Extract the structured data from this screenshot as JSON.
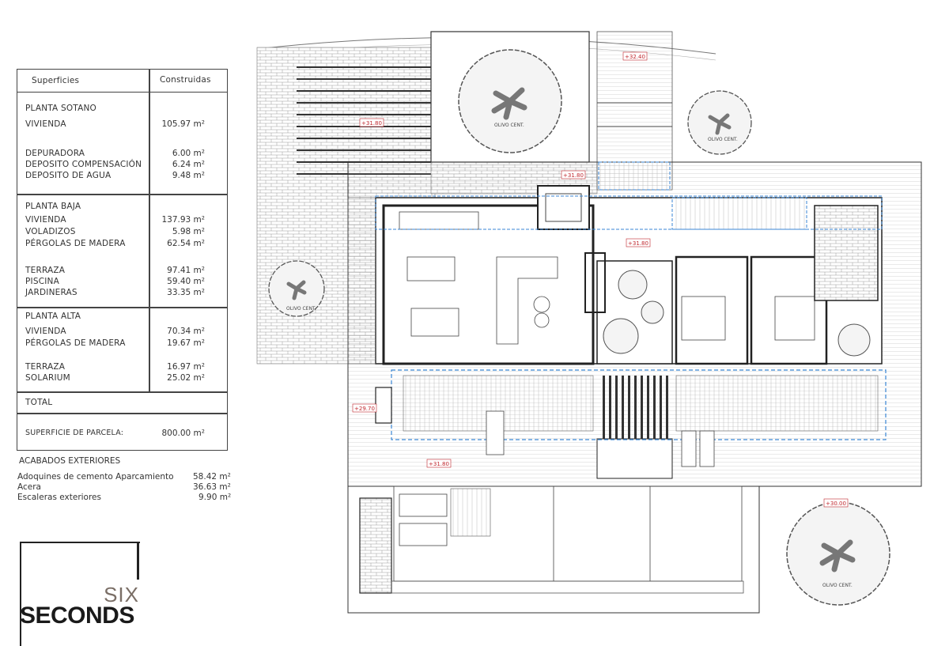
{
  "table": {
    "header": {
      "col1": "Superficies",
      "col2": "Construidas"
    },
    "planta_sotano": {
      "title": "PLANTA SOTANO",
      "rows": [
        {
          "label": "VIVIENDA",
          "value": "105.97 m²"
        },
        {
          "label": "DEPURADORA",
          "value": "6.00 m²"
        },
        {
          "label": "DEPOSITO COMPENSACIÓN",
          "value": "6.24 m²"
        },
        {
          "label": "DEPOSITO DE AGUA",
          "value": "9.48 m²"
        }
      ]
    },
    "planta_baja": {
      "title": "PLANTA BAJA",
      "rows": [
        {
          "label": "VIVIENDA",
          "value": "137.93 m²"
        },
        {
          "label": "VOLADIZOS",
          "value": "5.98 m²"
        },
        {
          "label": "PÉRGOLAS DE MADERA",
          "value": "62.54 m²"
        },
        {
          "label": "TERRAZA",
          "value": "97.41 m²"
        },
        {
          "label": "PISCINA",
          "value": "59.40 m²"
        },
        {
          "label": "JARDINERAS",
          "value": "33.35 m²"
        }
      ]
    },
    "planta_alta": {
      "title": "PLANTA ALTA",
      "rows": [
        {
          "label": "VIVIENDA",
          "value": "70.34 m²"
        },
        {
          "label": "PÉRGOLAS DE MADERA",
          "value": "19.67 m²"
        },
        {
          "label": "TERRAZA",
          "value": "16.97 m²"
        },
        {
          "label": "SOLARIUM",
          "value": "25.02 m²"
        }
      ]
    },
    "total": {
      "label": "TOTAL"
    },
    "parcela": {
      "label": "SUPERFICIE DE PARCELA:",
      "value": "800.00 m²"
    }
  },
  "acabados": {
    "title": "ACABADOS EXTERIORES",
    "rows": [
      {
        "label": "Adoquines de cemento Aparcamiento",
        "value": "58.42 m²"
      },
      {
        "label": "Acera",
        "value": "36.63 m²"
      },
      {
        "label": "Escaleras exteriores",
        "value": "9.90 m²"
      }
    ]
  },
  "logo": {
    "line1": "SIX",
    "line2": "SECONDS"
  },
  "plan": {
    "levels": [
      "+31.80",
      "+32.40",
      "+31.80",
      "+31.80",
      "+29.70",
      "+31.80",
      "+30.00"
    ],
    "tree_label": "OLIVO CENT.",
    "colors": {
      "level": "#c0262d",
      "dashed": "#3a86d4",
      "line": "#333333",
      "tree": "#777777"
    }
  }
}
